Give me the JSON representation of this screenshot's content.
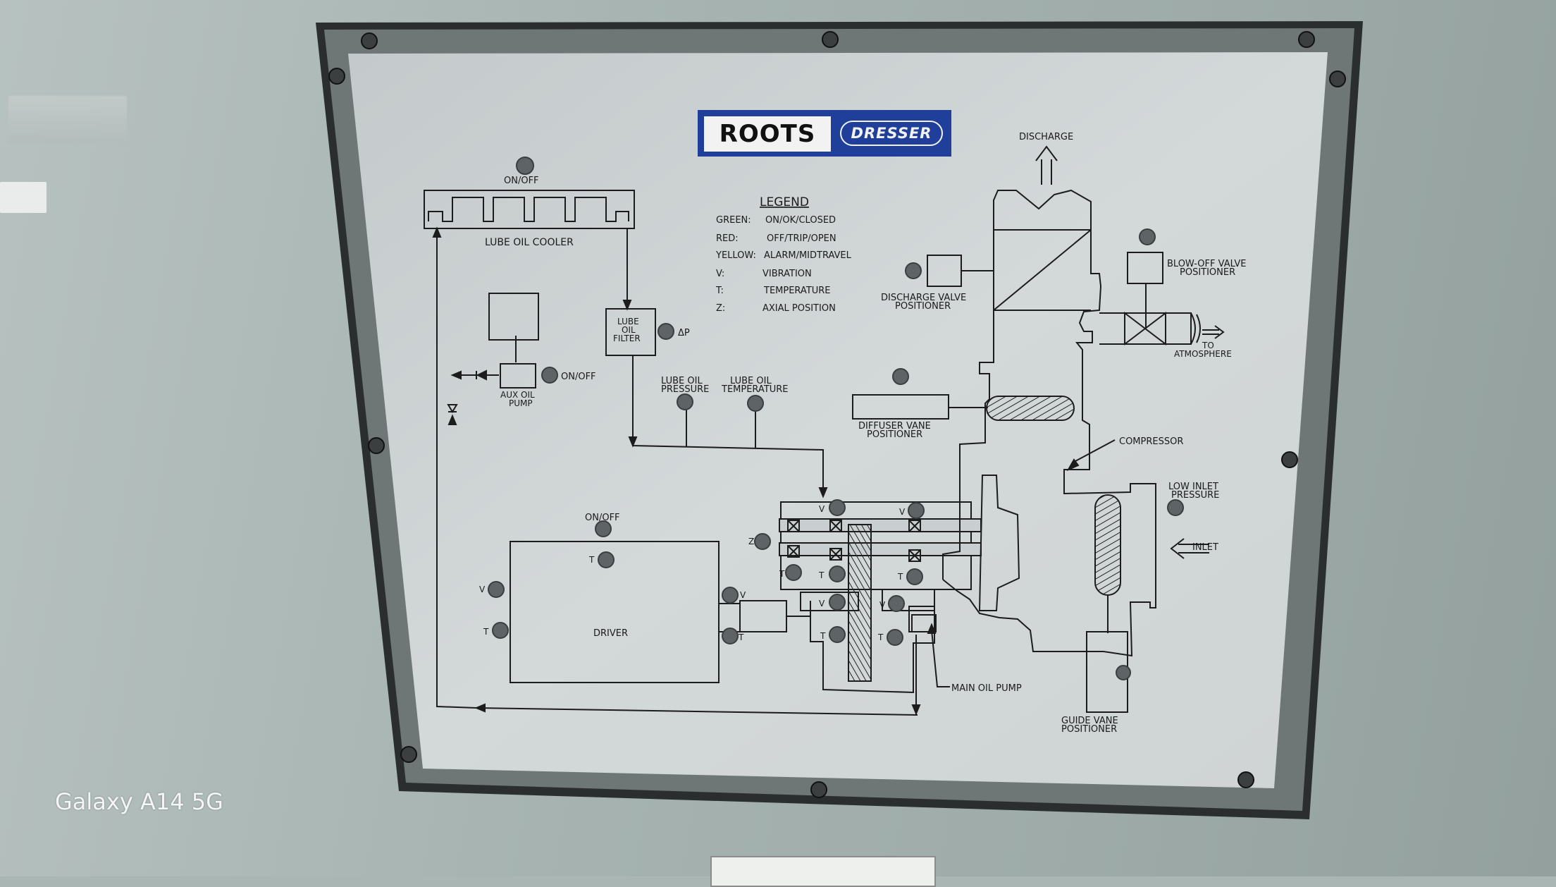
{
  "logo": {
    "primary": "ROOTS",
    "secondary": "DRESSER"
  },
  "legend": {
    "title": "LEGEND",
    "rows": [
      {
        "key": "GREEN:",
        "value": "ON/OK/CLOSED"
      },
      {
        "key": "RED:",
        "value": "OFF/TRIP/OPEN"
      },
      {
        "key": "YELLOW:",
        "value": "ALARM/MIDTRAVEL"
      },
      {
        "key": "V:",
        "value": "VIBRATION"
      },
      {
        "key": "T:",
        "value": "TEMPERATURE"
      },
      {
        "key": "Z:",
        "value": "AXIAL POSITION"
      }
    ]
  },
  "labels": {
    "cooler_onoff": "ON/OFF",
    "lube_oil_cooler": "LUBE OIL COOLER",
    "lube_oil_filter": [
      "LUBE",
      "OIL",
      "FILTER"
    ],
    "delta_p": "ΔP",
    "aux_onoff": "ON/OFF",
    "aux_oil_pump": [
      "AUX OIL",
      "PUMP"
    ],
    "lube_oil_pressure": [
      "LUBE OIL",
      "PRESSURE"
    ],
    "lube_oil_temperature": [
      "LUBE OIL",
      "TEMPERATURE"
    ],
    "discharge": "DISCHARGE",
    "discharge_valve_positioner": [
      "DISCHARGE VALVE",
      "POSITIONER"
    ],
    "blowoff_valve_positioner": [
      "BLOW-OFF VALVE",
      "POSITIONER"
    ],
    "to_atmosphere": [
      "TO",
      "ATMOSPHERE"
    ],
    "diffuser_vane_positioner": [
      "DIFFUSER VANE",
      "POSITIONER"
    ],
    "compressor": "COMPRESSOR",
    "low_inlet_pressure": [
      "LOW INLET",
      "PRESSURE"
    ],
    "inlet": "INLET",
    "driver_onoff": "ON/OFF",
    "driver": "DRIVER",
    "main_oil_pump": "MAIN OIL PUMP",
    "guide_vane_positioner": [
      "GUIDE VANE",
      "POSITIONER"
    ],
    "v": "V",
    "t": "T",
    "z": "Z"
  },
  "watermark": "Galaxy A14 5G",
  "colors": {
    "panel": "#c9cfd0",
    "logo_blue": "#1f3f9a",
    "frame": "#2a2d2d",
    "indicator": "#5e6466"
  }
}
